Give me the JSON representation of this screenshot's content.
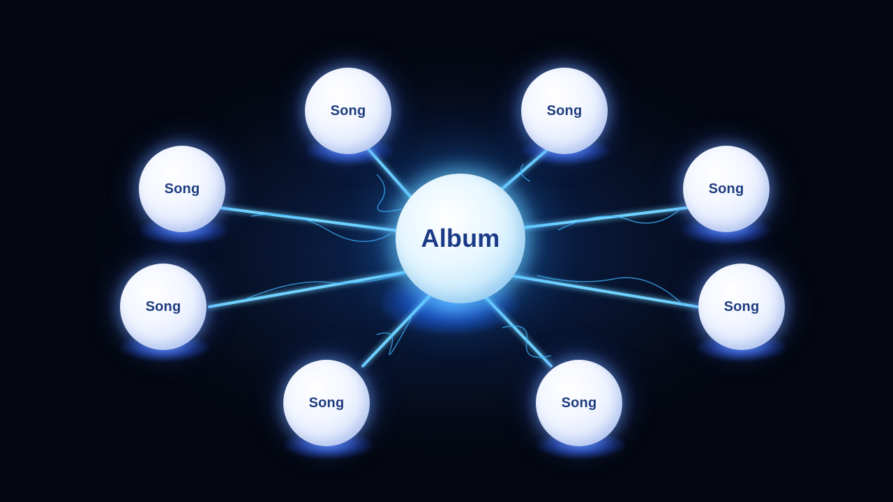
{
  "center": {
    "label": "Album"
  },
  "songs": [
    {
      "label": "Song"
    },
    {
      "label": "Song"
    },
    {
      "label": "Song"
    },
    {
      "label": "Song"
    },
    {
      "label": "Song"
    },
    {
      "label": "Song"
    },
    {
      "label": "Song"
    },
    {
      "label": "Song"
    }
  ],
  "colors": {
    "background": "#060b1a",
    "link_glow": "#4fc3ff",
    "node_text": "#1d3c7e"
  }
}
